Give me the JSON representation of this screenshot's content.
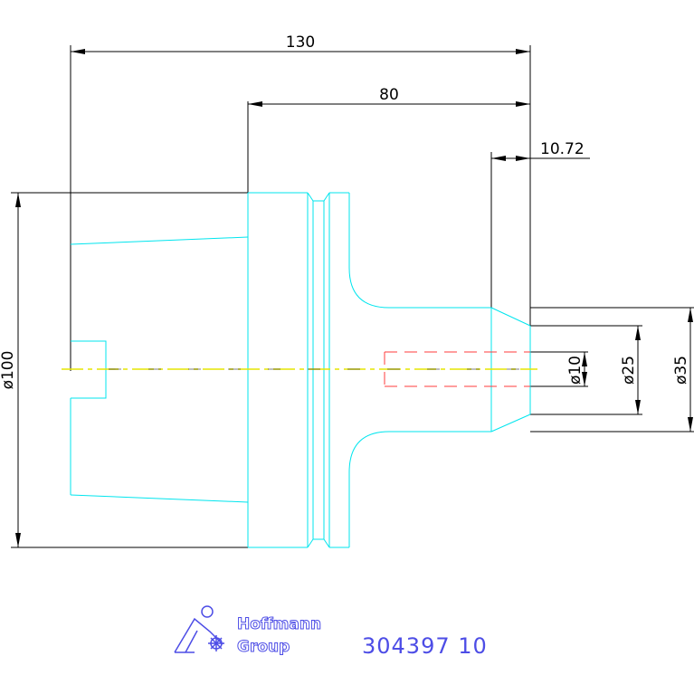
{
  "colors": {
    "dimension": "#000000",
    "part_outline": "#00e5ee",
    "centerline": "#e6e600",
    "hidden_bore": "#ff3b3b",
    "title": "#4d4de6"
  },
  "dimensions": {
    "overall_length": "130",
    "body_length": "80",
    "pilot_length": "10.72",
    "body_diameter": "ø100",
    "bore_diameter": "ø10",
    "pilot_diameter": "ø25",
    "shank_diameter": "ø35"
  },
  "title_block": {
    "logo_line1": "Hoffmann",
    "logo_line2": "Group",
    "part_number": "304397 10"
  }
}
